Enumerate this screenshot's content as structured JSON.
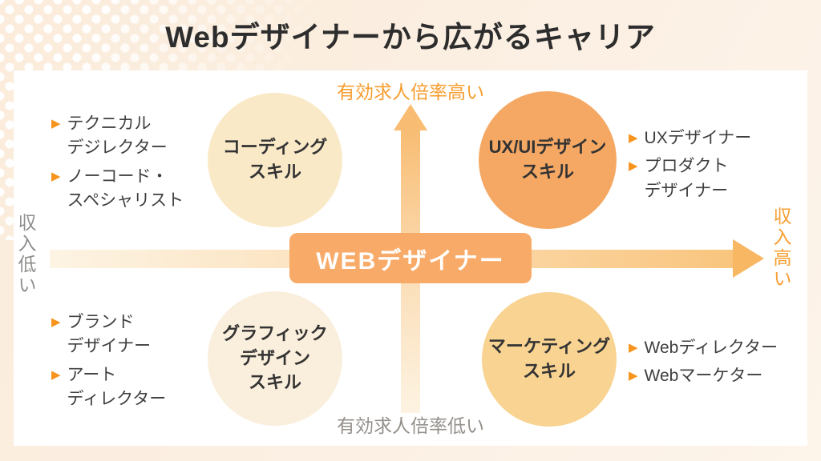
{
  "title": "Webデザイナーから広がるキャリア",
  "center": {
    "label": "WEBデザイナー"
  },
  "axes": {
    "top_label": "有効求人倍率高い",
    "bottom_label": "有効求人倍率低い",
    "left_label": "収入低い",
    "right_label": "収入高い"
  },
  "icons": {
    "bullet": "▶"
  },
  "quadrants": {
    "top_left": {
      "skill": "コーディング\nスキル",
      "circle_color": "#FAE9C7",
      "careers": [
        "テクニカル\nデジレクター",
        "ノーコード・\nスペシャリスト"
      ]
    },
    "top_right": {
      "skill": "UX/UIデザイン\nスキル",
      "circle_color": "#F5A863",
      "careers": [
        "UXデザイナー",
        "プロダクト\nデザイナー"
      ]
    },
    "bottom_left": {
      "skill": "グラフィック\nデザイン\nスキル",
      "circle_color": "#FAEEDC",
      "careers": [
        "ブランド\nデザイナー",
        "アート\nディレクター"
      ]
    },
    "bottom_right": {
      "skill": "マーケティング\nスキル",
      "circle_color": "#F8D391",
      "careers": [
        "Webディレクター",
        "Webマーケター"
      ]
    }
  },
  "colors": {
    "background": "#FBEFE2",
    "panel": "#FFFFFF",
    "title_text": "#2D2D2D",
    "accent_orange": "#F79E30",
    "bullet_orange": "#F7941D",
    "axis_band_strong": "#F8BD72",
    "center_box": "#F8AB68",
    "muted_gray": "#95908B"
  }
}
